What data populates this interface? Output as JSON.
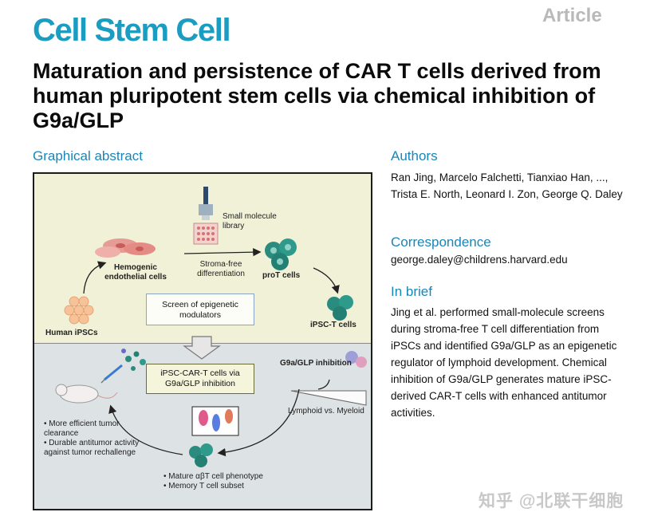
{
  "header": {
    "journal": "Cell Stem Cell",
    "article_type": "Article",
    "title": "Maturation and persistence of CAR T cells derived from human pluripotent stem cells via chemical inhibition of G9a/GLP"
  },
  "graphical_abstract": {
    "heading": "Graphical abstract",
    "labels": {
      "small_molecule": "Small molecule library",
      "hemogenic": "Hemogenic endothelial cells",
      "stroma_free": "Stroma-free differentiation",
      "prot": "proT cells",
      "human_ipsc": "Human iPSCs",
      "screen": "Screen of epigenetic modulators",
      "ipsc_t": "iPSC-T cells",
      "car_t": "iPSC-CAR-T cells via G9a/GLP inhibition",
      "g9a": "G9a/GLP inhibition",
      "lymphoid": "Lymphoid vs. Myeloid",
      "left_bullets": [
        "More efficient tumor clearance",
        "Durable antitumor activity against tumor rechallenge"
      ],
      "bottom_bullets": [
        "Mature αβT cell phenotype",
        "Memory T cell subset"
      ]
    }
  },
  "authors": {
    "heading": "Authors",
    "text": "Ran Jing, Marcelo Falchetti, Tianxiao Han, ..., Trista E. North, Leonard I. Zon, George Q. Daley"
  },
  "correspondence": {
    "heading": "Correspondence",
    "email": "george.daley@childrens.harvard.edu"
  },
  "in_brief": {
    "heading": "In brief",
    "text": "Jing et al. performed small-molecule screens during stroma-free T cell differentiation from iPSCs and identified G9a/GLP as an epigenetic regulator of lymphoid development. Chemical inhibition of G9a/GLP generates mature iPSC-derived CAR-T cells with enhanced antitumor activities."
  },
  "watermark": "知乎 @北联干细胞",
  "colors": {
    "journal_blue": "#1b9dc2",
    "section_blue": "#1a86b8",
    "top_panel": "#f0f1d7",
    "bottom_panel": "#dde3e4",
    "cell_teal": "#2a8c7e"
  }
}
